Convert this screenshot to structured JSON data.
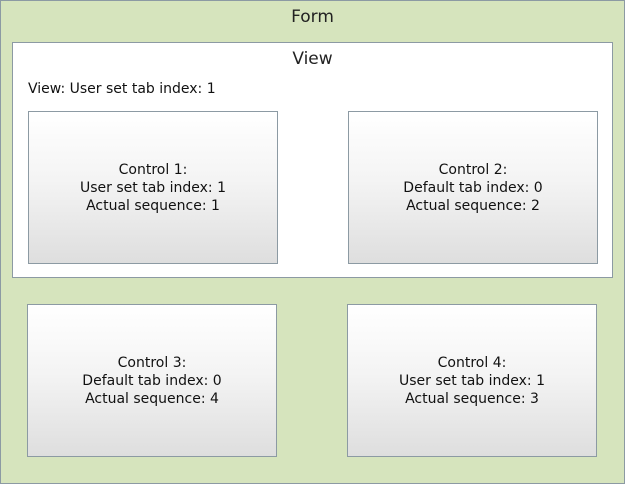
{
  "form": {
    "title": "Form"
  },
  "view": {
    "title": "View",
    "note": "View: User set tab index: 1"
  },
  "controls": [
    {
      "name": "Control 1:",
      "tab_index": "User set tab index: 1",
      "sequence": "Actual sequence: 1"
    },
    {
      "name": "Control 2:",
      "tab_index": "Default tab index: 0",
      "sequence": "Actual sequence: 2"
    },
    {
      "name": "Control 3:",
      "tab_index": "Default tab index: 0",
      "sequence": "Actual sequence: 4"
    },
    {
      "name": "Control 4:",
      "tab_index": "User set tab index: 1",
      "sequence": "Actual sequence: 3"
    }
  ],
  "colors": {
    "form_background": "#d6e4bd",
    "view_background": "#ffffff",
    "border": "#8c9aa3",
    "control_gradient_top": "#ffffff",
    "control_gradient_bottom": "#dedede"
  }
}
